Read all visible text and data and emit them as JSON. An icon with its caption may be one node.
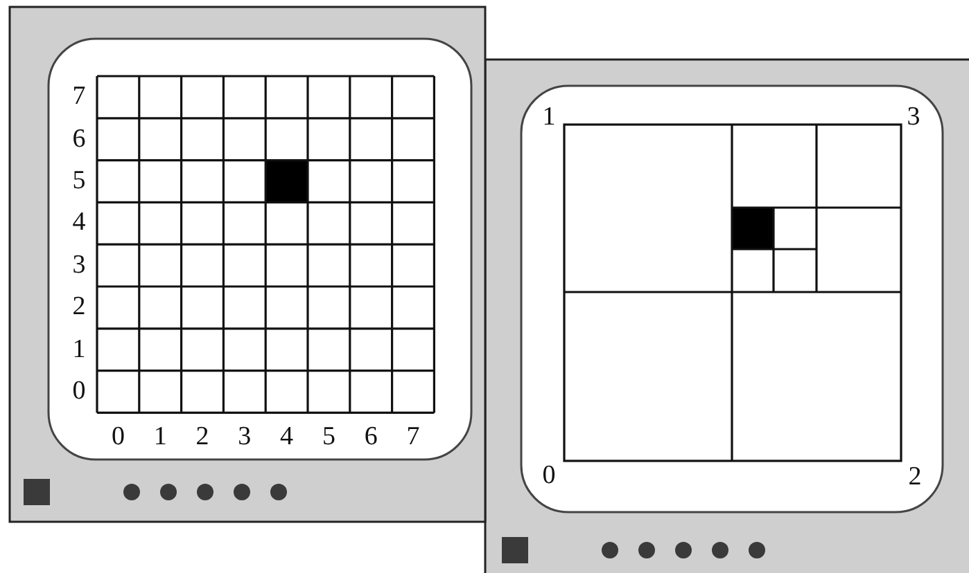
{
  "diagram": {
    "labels": [
      "7",
      "6",
      "5",
      "4",
      "3",
      "2",
      "1",
      "0",
      "0",
      "1",
      "2",
      "3",
      "4",
      "5",
      "6",
      "7",
      "1",
      "3",
      "0",
      "2"
    ]
  }
}
